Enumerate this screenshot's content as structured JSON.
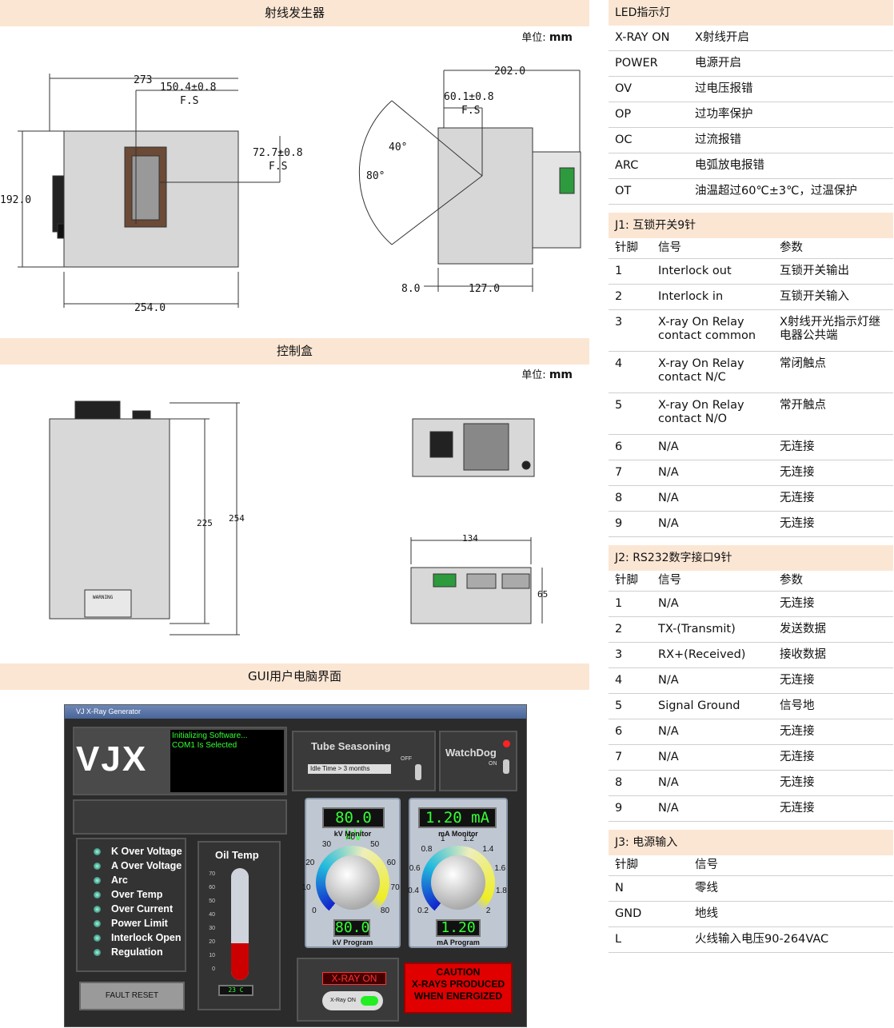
{
  "left": {
    "generator": {
      "title": "射线发生器",
      "unit_label": "单位",
      "unit": "mm",
      "dims": {
        "d273": "273",
        "d150": "150.4±0.8",
        "fs": "F.S",
        "d192": "192.0",
        "d727": "72.7±0.8",
        "d254": "254.0",
        "d202": "202.0",
        "d601": "60.1±0.8",
        "a40": "40°",
        "a80": "80°",
        "d8": "8.0",
        "d127": "127.0"
      }
    },
    "controller": {
      "title": "控制盒",
      "unit_label": "单位",
      "unit": "mm",
      "dims": {
        "d225": "225",
        "d254": "254",
        "d134": "134",
        "d65": "65"
      },
      "warning": "WARNING"
    },
    "gui": {
      "title": "GUI用户电脑界面",
      "window_title": "VJ X-Ray Generator",
      "logo": "VJX",
      "messages": [
        "Initializing Software...",
        "COM1 Is Selected"
      ],
      "tube_seasoning": "Tube Seasoning",
      "off": "OFF",
      "idle": "Idle Time > 3 months",
      "watchdog": "WatchDog",
      "on": "ON",
      "faults": [
        "K Over Voltage",
        "A Over Voltage",
        "Arc",
        "Over Temp",
        "Over Current",
        "Power Limit",
        "Interlock Open",
        "Regulation"
      ],
      "fault_reset": "FAULT RESET",
      "oil_temp": "Oil Temp",
      "temp_ticks": [
        "70",
        "60",
        "50",
        "40",
        "30",
        "20",
        "10",
        "0"
      ],
      "temp_value": "23 C",
      "temp_level": 0.33,
      "kv_monitor_value": "80.0 kV",
      "kv_monitor": "kV Monitor",
      "kv_ticks": [
        "0",
        "10",
        "20",
        "30",
        "40",
        "50",
        "60",
        "70",
        "80"
      ],
      "kv_program_value": "80.0",
      "kv_program": "kV Program",
      "ma_monitor_value": "1.20 mA",
      "ma_monitor": "mA Monitor",
      "ma_ticks": [
        "0.2",
        "0.4",
        "0.6",
        "0.8",
        "1",
        "1.2",
        "1.4",
        "1.6",
        "1.8",
        "2"
      ],
      "ma_program_value": "1.20",
      "ma_program": "mA Program",
      "xray_on_label": "X-RAY ON",
      "xray_on_button": "X-Ray ON",
      "caution": [
        "CAUTION",
        "X-RAYS PRODUCED",
        "WHEN ENERGIZED"
      ]
    }
  },
  "right": {
    "led": {
      "title": "LED指示灯",
      "rows": [
        [
          "X-RAY ON",
          "X射线开启"
        ],
        [
          "POWER",
          "电源开启"
        ],
        [
          "OV",
          "过电压报错"
        ],
        [
          "OP",
          "过功率保护"
        ],
        [
          "OC",
          "过流报错"
        ],
        [
          "ARC",
          "电弧放电报错"
        ],
        [
          "OT",
          "油温超过60℃±3℃，过温保护"
        ]
      ]
    },
    "j1": {
      "title": "J1: 互锁开关9针",
      "headers": [
        "针脚",
        "信号",
        "参数"
      ],
      "rows": [
        [
          "1",
          "Interlock out",
          "互锁开关输出"
        ],
        [
          "2",
          "Interlock in",
          "互锁开关输入"
        ],
        [
          "3",
          "X-ray On Relay contact common",
          "X射线开光指示灯继电器公共端"
        ],
        [
          "4",
          "X-ray On Relay contact N/C",
          "常闭触点"
        ],
        [
          "5",
          "X-ray On Relay contact N/O",
          "常开触点"
        ],
        [
          "6",
          "N/A",
          "无连接"
        ],
        [
          "7",
          "N/A",
          "无连接"
        ],
        [
          "8",
          "N/A",
          "无连接"
        ],
        [
          "9",
          "N/A",
          "无连接"
        ]
      ]
    },
    "j2": {
      "title": "J2: RS232数字接口9针",
      "headers": [
        "针脚",
        "信号",
        "参数"
      ],
      "rows": [
        [
          "1",
          "N/A",
          "无连接"
        ],
        [
          "2",
          "TX-(Transmit)",
          "发送数据"
        ],
        [
          "3",
          "RX+(Received)",
          "接收数据"
        ],
        [
          "4",
          "N/A",
          "无连接"
        ],
        [
          "5",
          "Signal Ground",
          "信号地"
        ],
        [
          "6",
          "N/A",
          "无连接"
        ],
        [
          "7",
          "N/A",
          "无连接"
        ],
        [
          "8",
          "N/A",
          "无连接"
        ],
        [
          "9",
          "N/A",
          "无连接"
        ]
      ]
    },
    "j3": {
      "title": "J3: 电源输入",
      "headers": [
        "针脚",
        "信号"
      ],
      "rows": [
        [
          "N",
          "零线"
        ],
        [
          "GND",
          "地线"
        ],
        [
          "L",
          "火线输入电压90-264VAC"
        ]
      ]
    }
  },
  "colors": {
    "band": "#fbe6d4",
    "lcd_green": "#33ff33",
    "alarm_red": "#e00000"
  }
}
